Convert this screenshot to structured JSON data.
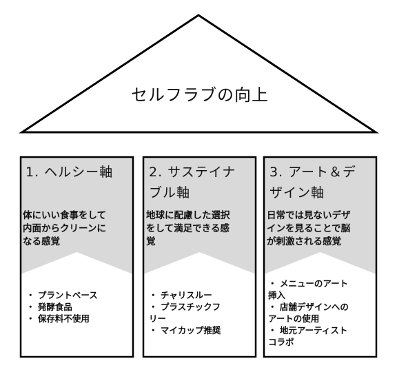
{
  "roof": {
    "title": "セルフラブの向上"
  },
  "pillars": [
    {
      "title_lines": [
        "1. ヘルシー軸"
      ],
      "description": [
        "体にいい食事をして",
        "内面からクリーンに",
        "なる感覚"
      ],
      "items": [
        "・ プラントベース",
        "・ 発酵食品",
        "・ 保存料不使用"
      ]
    },
    {
      "title_lines": [
        "2. サステイナ",
        "ブル軸"
      ],
      "description": [
        "地球に配慮した選択",
        "をして満足できる感",
        "覚"
      ],
      "items": [
        "・ チャリスルー",
        "・ プラスチックフ",
        "リー",
        "・ マイカップ推奨"
      ]
    },
    {
      "title_lines": [
        "3. アート＆デ",
        "ザイン軸"
      ],
      "description": [
        "日常では見ないデザ",
        "インを見ることで脳",
        "が刺激される感覚"
      ],
      "items": [
        "・ メニューのアート",
        "挿入",
        "・ 店舗デザインへの",
        "アートの使用",
        "・ 地元アーティスト",
        "コラボ"
      ]
    }
  ],
  "colors": {
    "pillar_fill": "#d9d9d9",
    "stroke": "#000000",
    "background": "#ffffff"
  }
}
